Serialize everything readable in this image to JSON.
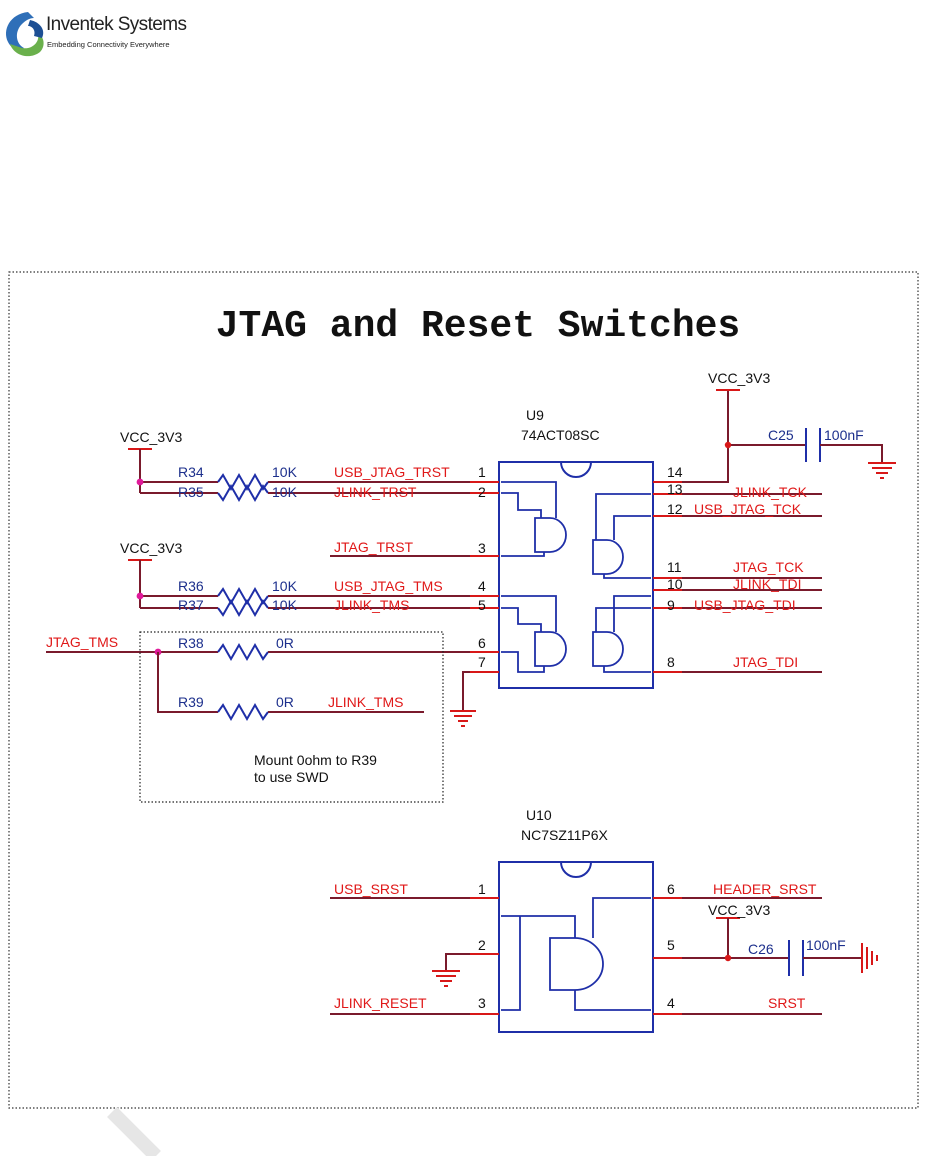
{
  "logo": {
    "company": "Inventek Systems",
    "tagline": "Embedding Connectivity Everywhere"
  },
  "title": "JTAG and Reset Switches",
  "nets": {
    "vcc_top": "VCC_3V3",
    "vcc_left1": "VCC_3V3",
    "vcc_left2": "VCC_3V3",
    "vcc_u10": "VCC_3V3",
    "usb_jtag_trst": "USB_JTAG_TRST",
    "jlink_trst": "JLINK_TRST",
    "jtag_trst": "JTAG_TRST",
    "usb_jtag_tms": "USB_JTAG_TMS",
    "jlink_tms": "JLINK_TMS",
    "jtag_tms": "JTAG_TMS",
    "jlink_tms2": "JLINK_TMS",
    "jlink_tck": "JLINK_TCK",
    "usb_jtag_tck": "USB_JTAG_TCK",
    "jtag_tck": "JTAG_TCK",
    "jlink_tdi": "JLINK_TDI",
    "usb_jtag_tdi": "USB_JTAG_TDI",
    "jtag_tdi": "JTAG_TDI",
    "usb_srst": "USB_SRST",
    "jlink_reset": "JLINK_RESET",
    "header_srst": "HEADER_SRST",
    "srst": "SRST"
  },
  "u9": {
    "ref": "U9",
    "part": "74ACT08SC",
    "pins": [
      "1",
      "2",
      "3",
      "4",
      "5",
      "6",
      "7",
      "8",
      "9",
      "10",
      "11",
      "12",
      "13",
      "14"
    ]
  },
  "u10": {
    "ref": "U10",
    "part": "NC7SZ11P6X",
    "pins": [
      "1",
      "2",
      "3",
      "4",
      "5",
      "6"
    ]
  },
  "resistors": {
    "r34": {
      "ref": "R34",
      "value": "10K"
    },
    "r35": {
      "ref": "R35",
      "value": "10K"
    },
    "r36": {
      "ref": "R36",
      "value": "10K"
    },
    "r37": {
      "ref": "R37",
      "value": "10K"
    },
    "r38": {
      "ref": "R38",
      "value": "0R"
    },
    "r39": {
      "ref": "R39",
      "value": "0R"
    }
  },
  "capacitors": {
    "c25": {
      "ref": "C25",
      "value": "100nF"
    },
    "c26": {
      "ref": "C26",
      "value": "100nF"
    }
  },
  "note": {
    "line1": "Mount 0ohm to R39",
    "line2": "to use SWD"
  }
}
